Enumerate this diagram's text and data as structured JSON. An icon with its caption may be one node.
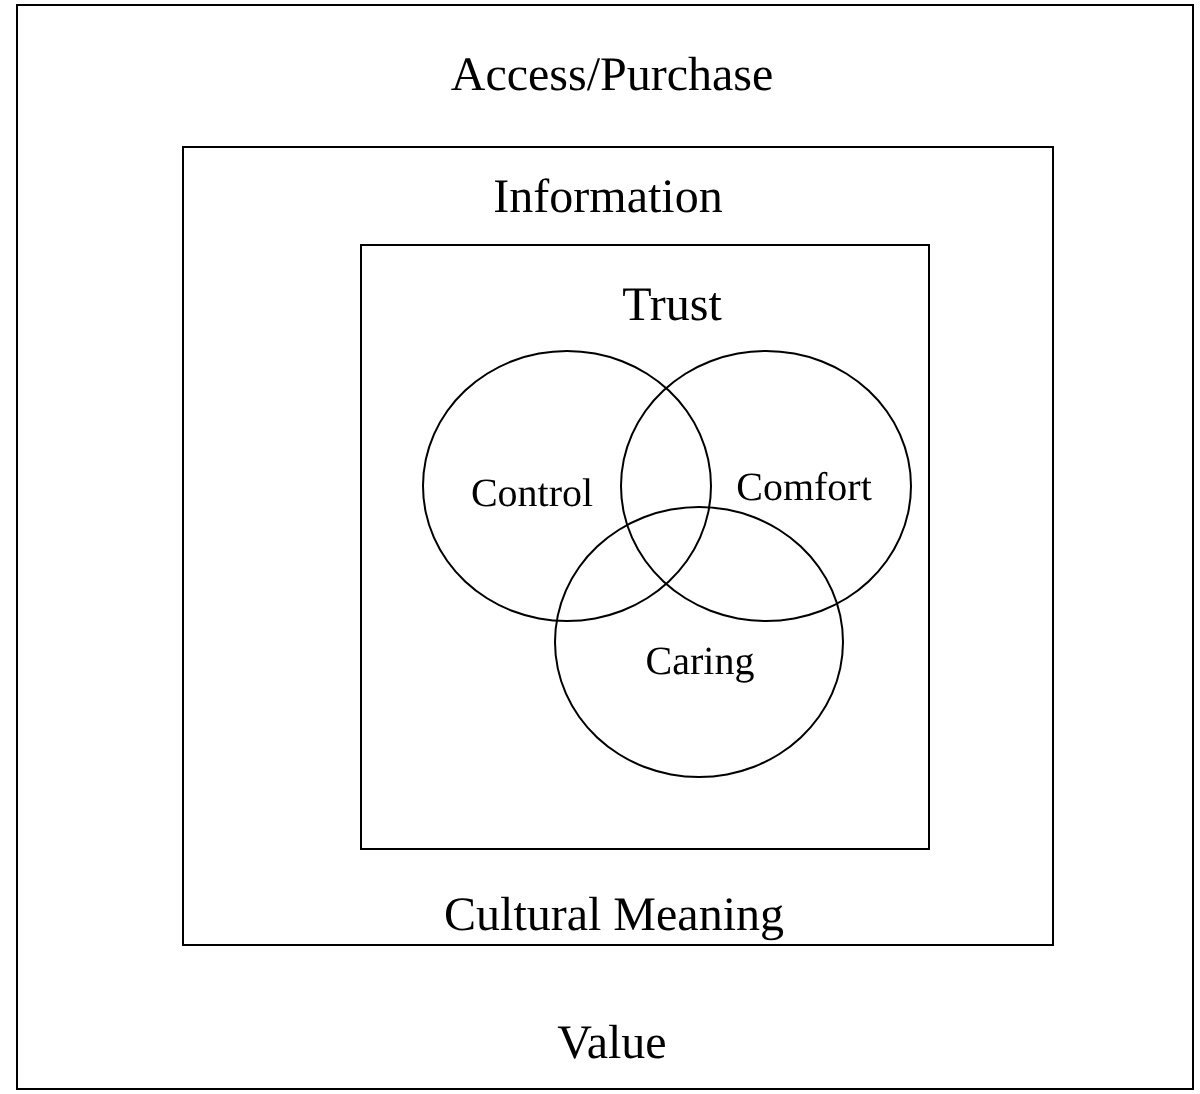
{
  "diagram": {
    "nodes": [
      {
        "text": [
          "Access/Purchase",
          "Value"
        ]
      },
      {
        "text": [
          "Information",
          "Cultural Meaning"
        ],
        "in": 0
      },
      {
        "text": [
          "Trust"
        ],
        "in": 1
      },
      {
        "text": [
          "Control"
        ],
        "in": 2
      },
      {
        "text": [
          "Comfort"
        ],
        "in": 2
      },
      {
        "text": [
          "Caring"
        ],
        "in": 2
      }
    ],
    "edges": []
  }
}
